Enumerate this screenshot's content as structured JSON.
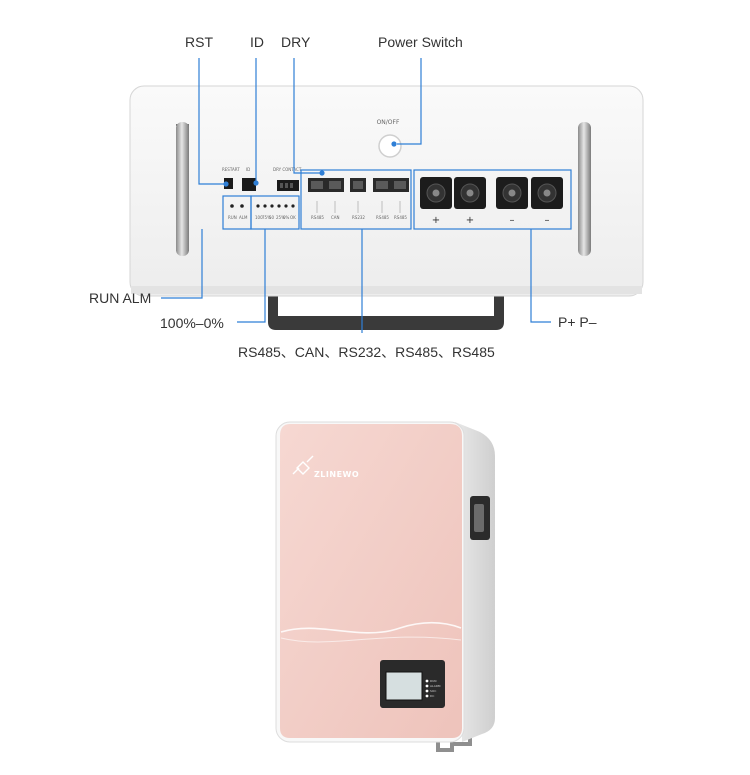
{
  "callouts": {
    "rst": "RST",
    "id": "ID",
    "dry": "DRY",
    "power_switch": "Power Switch",
    "run_alm": "RUN  ALM",
    "soc": "100%–0%",
    "comm_ports": "RS485、CAN、RS232、RS485、RS485",
    "power_terminals": "P+  P–"
  },
  "panel_text": {
    "on_off": "ON/OFF",
    "reset": "RESTART",
    "id": "ID",
    "dry": "DRY CONTACT",
    "run": "RUN",
    "alm": "ALM",
    "soc_marks": [
      "100",
      "75%",
      "50",
      "25%",
      "0%",
      "OK"
    ],
    "port_labels": [
      "RS485",
      "CAN",
      "RS232",
      "RS485",
      "RS485"
    ],
    "terminal_signs": [
      "+",
      "+",
      "–",
      "–"
    ]
  },
  "product": {
    "brand": "ZLINEWO",
    "indicator_labels": [
      "RUN",
      "ALARM",
      "SOC",
      "DC"
    ]
  },
  "colors": {
    "callout_blue": "#2f7fd6",
    "pink_front": "#f2cdc7",
    "casing_white": "#f4f4f4"
  }
}
